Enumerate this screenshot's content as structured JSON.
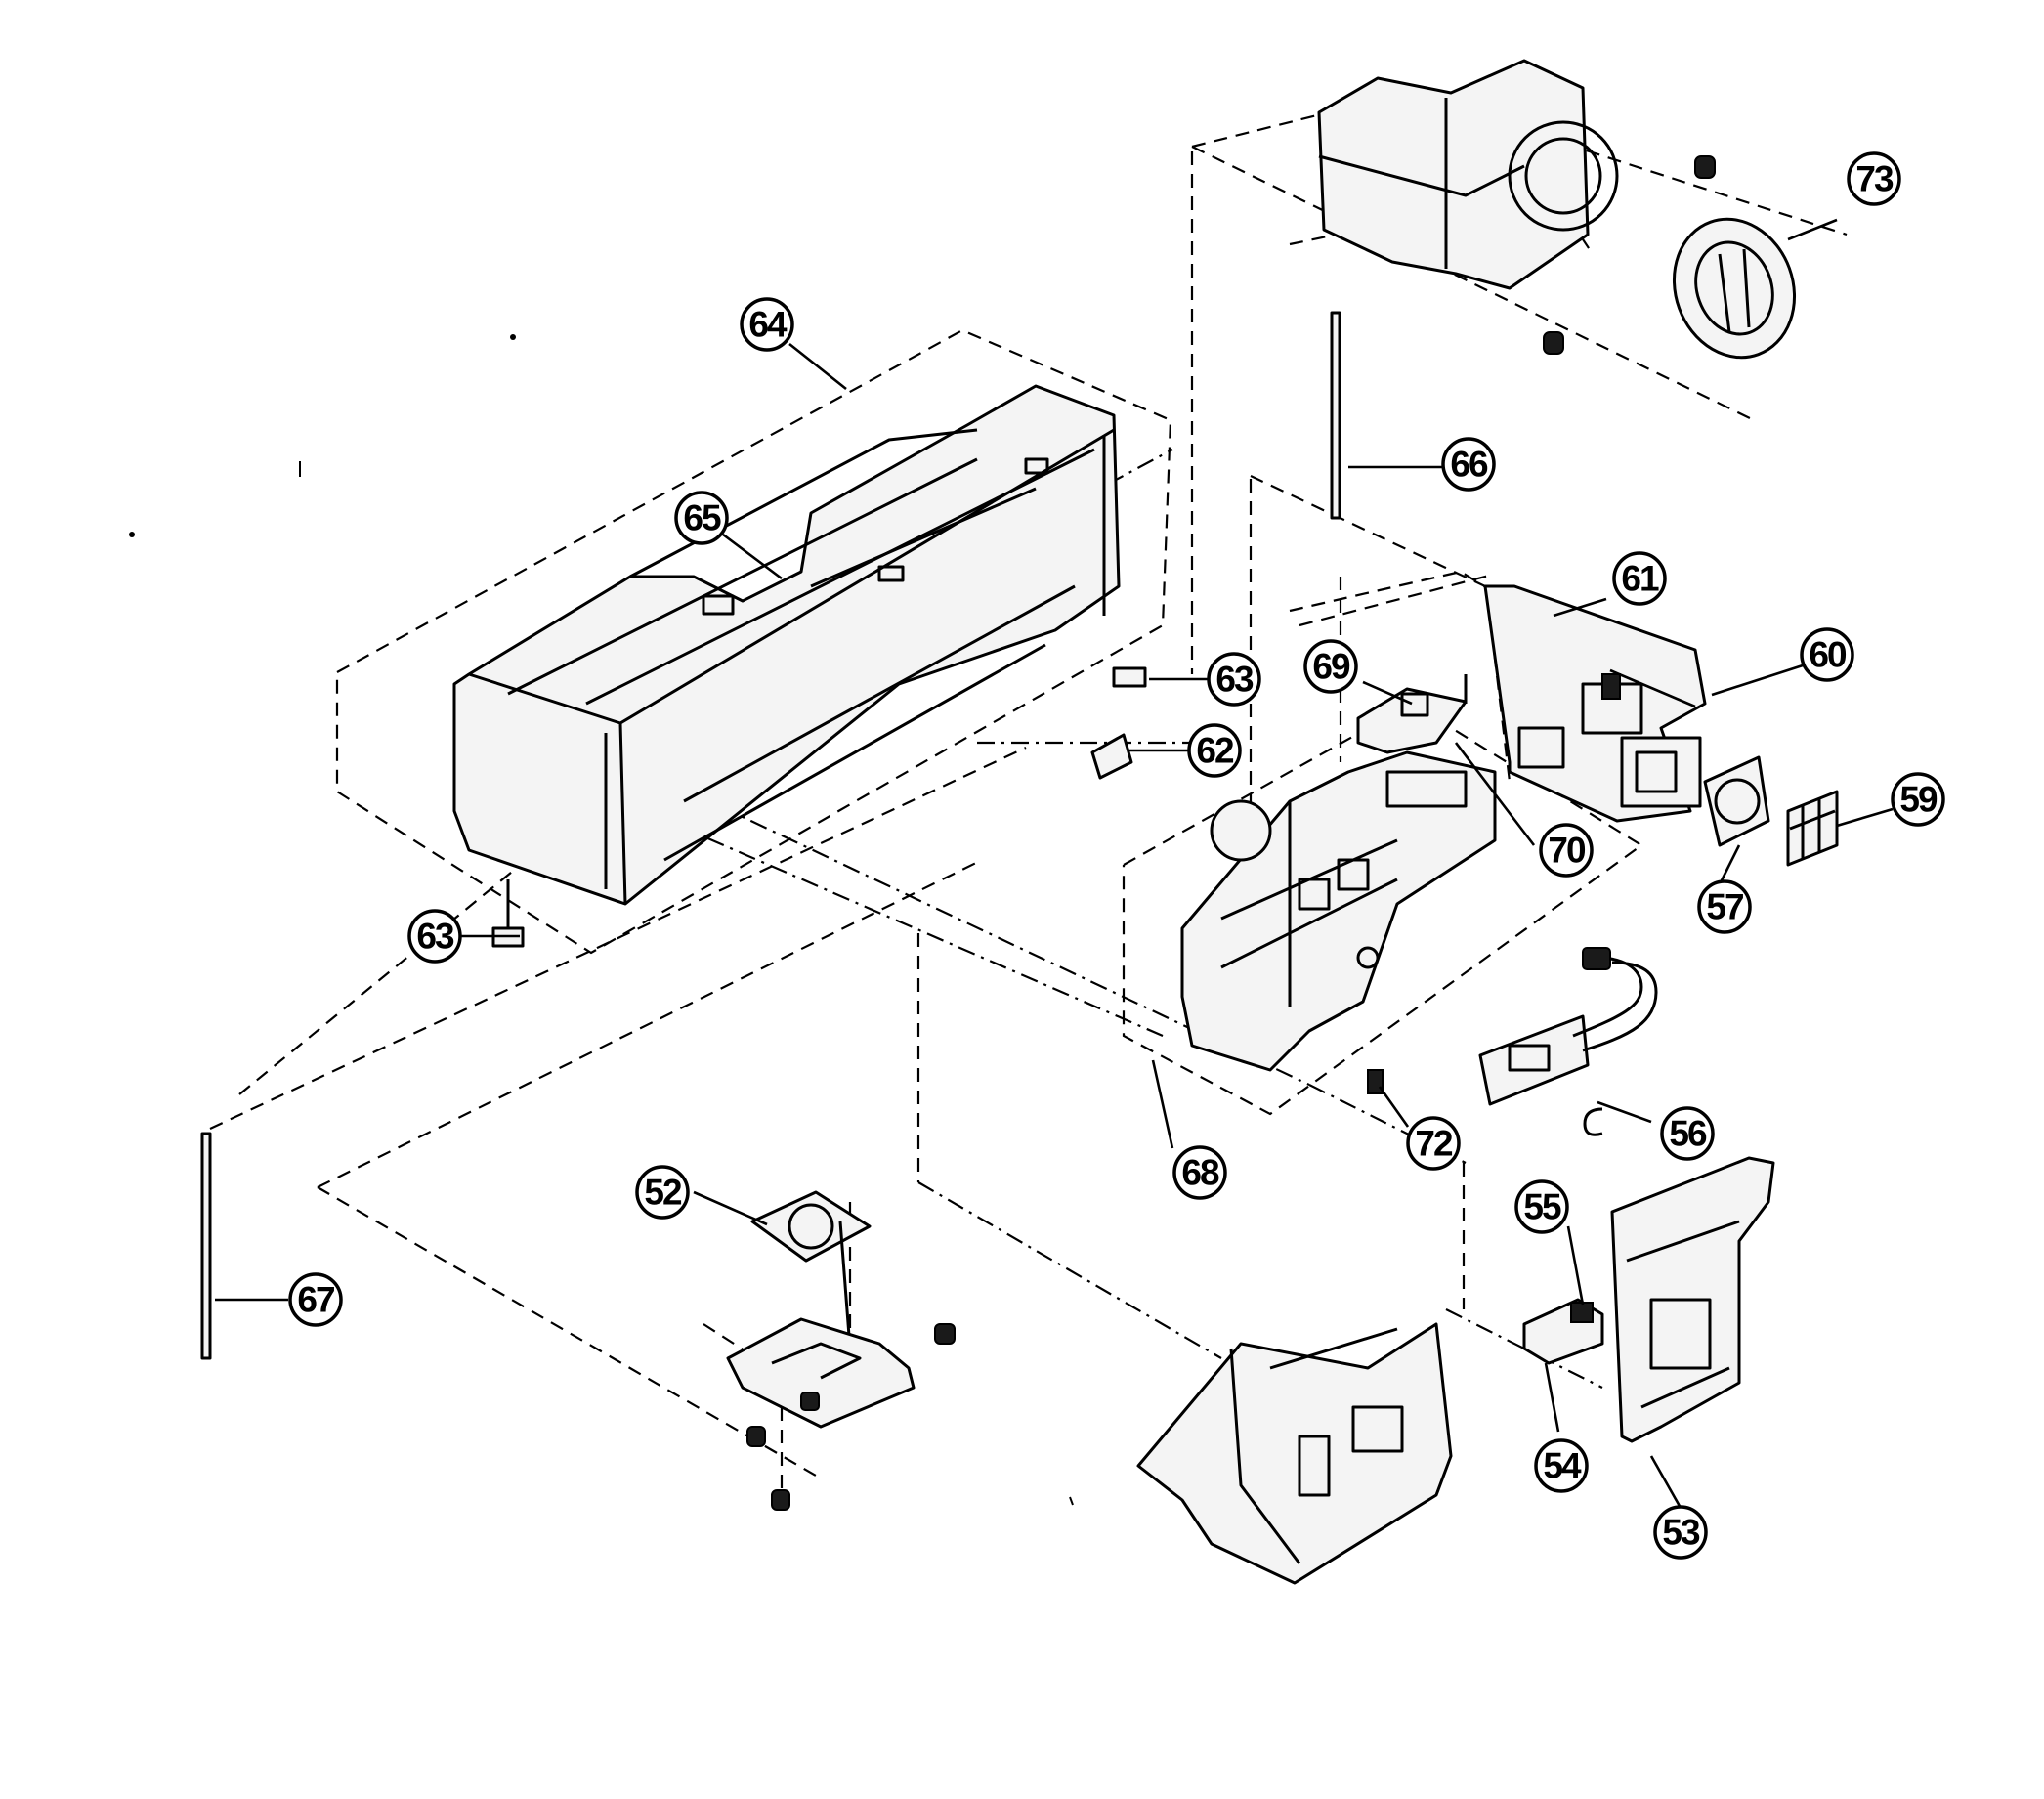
{
  "callouts": [
    {
      "id": "c52",
      "label": "52"
    },
    {
      "id": "c53",
      "label": "53"
    },
    {
      "id": "c54",
      "label": "54"
    },
    {
      "id": "c55",
      "label": "55"
    },
    {
      "id": "c56",
      "label": "56"
    },
    {
      "id": "c57",
      "label": "57"
    },
    {
      "id": "c59",
      "label": "59"
    },
    {
      "id": "c60",
      "label": "60"
    },
    {
      "id": "c61",
      "label": "61"
    },
    {
      "id": "c62",
      "label": "62"
    },
    {
      "id": "c63a",
      "label": "63"
    },
    {
      "id": "c63b",
      "label": "63"
    },
    {
      "id": "c64",
      "label": "64"
    },
    {
      "id": "c65",
      "label": "65"
    },
    {
      "id": "c66",
      "label": "66"
    },
    {
      "id": "c67",
      "label": "67"
    },
    {
      "id": "c68",
      "label": "68"
    },
    {
      "id": "c69",
      "label": "69"
    },
    {
      "id": "c70",
      "label": "70"
    },
    {
      "id": "c72",
      "label": "72"
    },
    {
      "id": "c73",
      "label": "73"
    }
  ]
}
